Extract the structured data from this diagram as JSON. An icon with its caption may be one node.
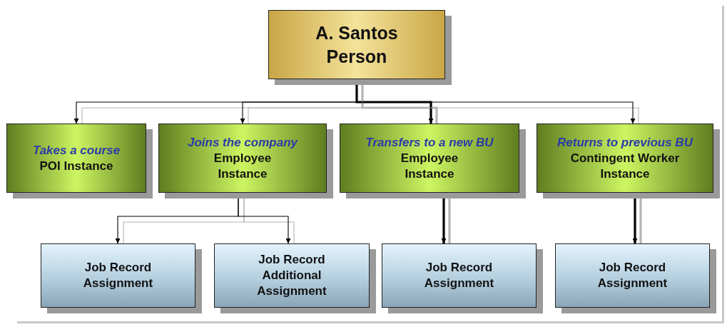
{
  "diagram": {
    "nodes": [
      {
        "text": [
          "A. Santos Person"
        ]
      },
      {
        "text": [
          "Takes a course",
          "POI Instance"
        ]
      },
      {
        "text": [
          "Joins the company",
          "Employee Instance"
        ]
      },
      {
        "text": [
          "Transfers to a new BU",
          "Employee Instance"
        ]
      },
      {
        "text": [
          "Returns to previous BU",
          "Contingent Worker Instance"
        ]
      },
      {
        "text": [
          "Job Record Assignment"
        ]
      },
      {
        "text": [
          "Job Record Additional Assignment"
        ]
      },
      {
        "text": [
          "Job Record Assignment"
        ]
      },
      {
        "text": [
          "Job Record Assignment"
        ]
      }
    ],
    "edges": [
      {
        "from": 0,
        "to": 1,
        "arrow": "to"
      },
      {
        "from": 0,
        "to": 2,
        "arrow": "to"
      },
      {
        "from": 0,
        "to": 3,
        "arrow": "to",
        "style": "thick"
      },
      {
        "from": 0,
        "to": 4,
        "arrow": "to"
      },
      {
        "from": 2,
        "to": 5,
        "arrow": "to"
      },
      {
        "from": 2,
        "to": 6,
        "arrow": "to"
      },
      {
        "from": 3,
        "to": 7,
        "arrow": "to",
        "style": "thick"
      },
      {
        "from": 4,
        "to": 8,
        "arrow": "to",
        "style": "thick"
      }
    ]
  }
}
